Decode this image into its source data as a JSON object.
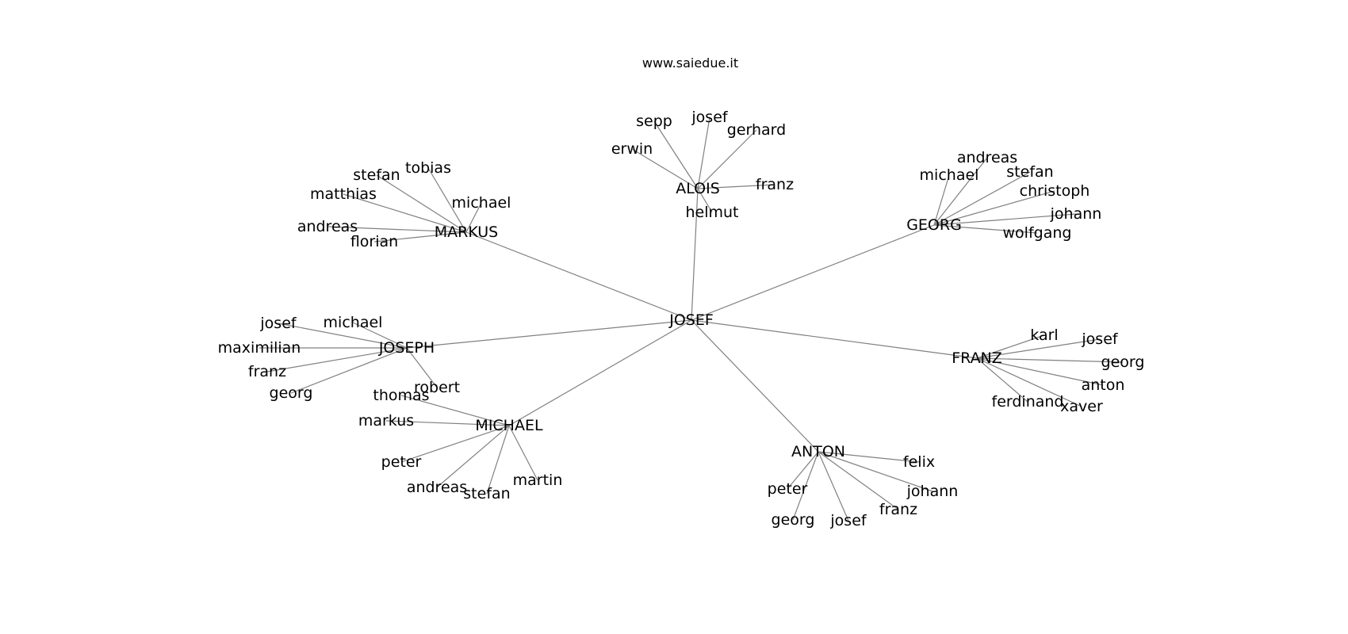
{
  "title": "www.saiedue.it",
  "graph": {
    "root": "JOSEF",
    "groups": [
      {
        "name": "ALOIS",
        "children": [
          "sepp",
          "josef",
          "gerhard",
          "erwin",
          "franz",
          "helmut"
        ]
      },
      {
        "name": "GEORG",
        "children": [
          "andreas",
          "michael",
          "stefan",
          "christoph",
          "johann",
          "wolfgang"
        ]
      },
      {
        "name": "MARKUS",
        "children": [
          "tobias",
          "stefan",
          "matthias",
          "michael",
          "andreas",
          "florian"
        ]
      },
      {
        "name": "FRANZ",
        "children": [
          "karl",
          "josef",
          "georg",
          "anton",
          "ferdinand",
          "xaver"
        ]
      },
      {
        "name": "ANTON",
        "children": [
          "felix",
          "johann",
          "franz",
          "josef",
          "georg",
          "peter"
        ]
      },
      {
        "name": "MICHAEL",
        "children": [
          "thomas",
          "markus",
          "peter",
          "andreas",
          "stefan",
          "martin"
        ]
      },
      {
        "name": "JOSEPH",
        "children": [
          "josef",
          "michael",
          "maximilian",
          "franz",
          "georg",
          "robert"
        ]
      }
    ]
  }
}
